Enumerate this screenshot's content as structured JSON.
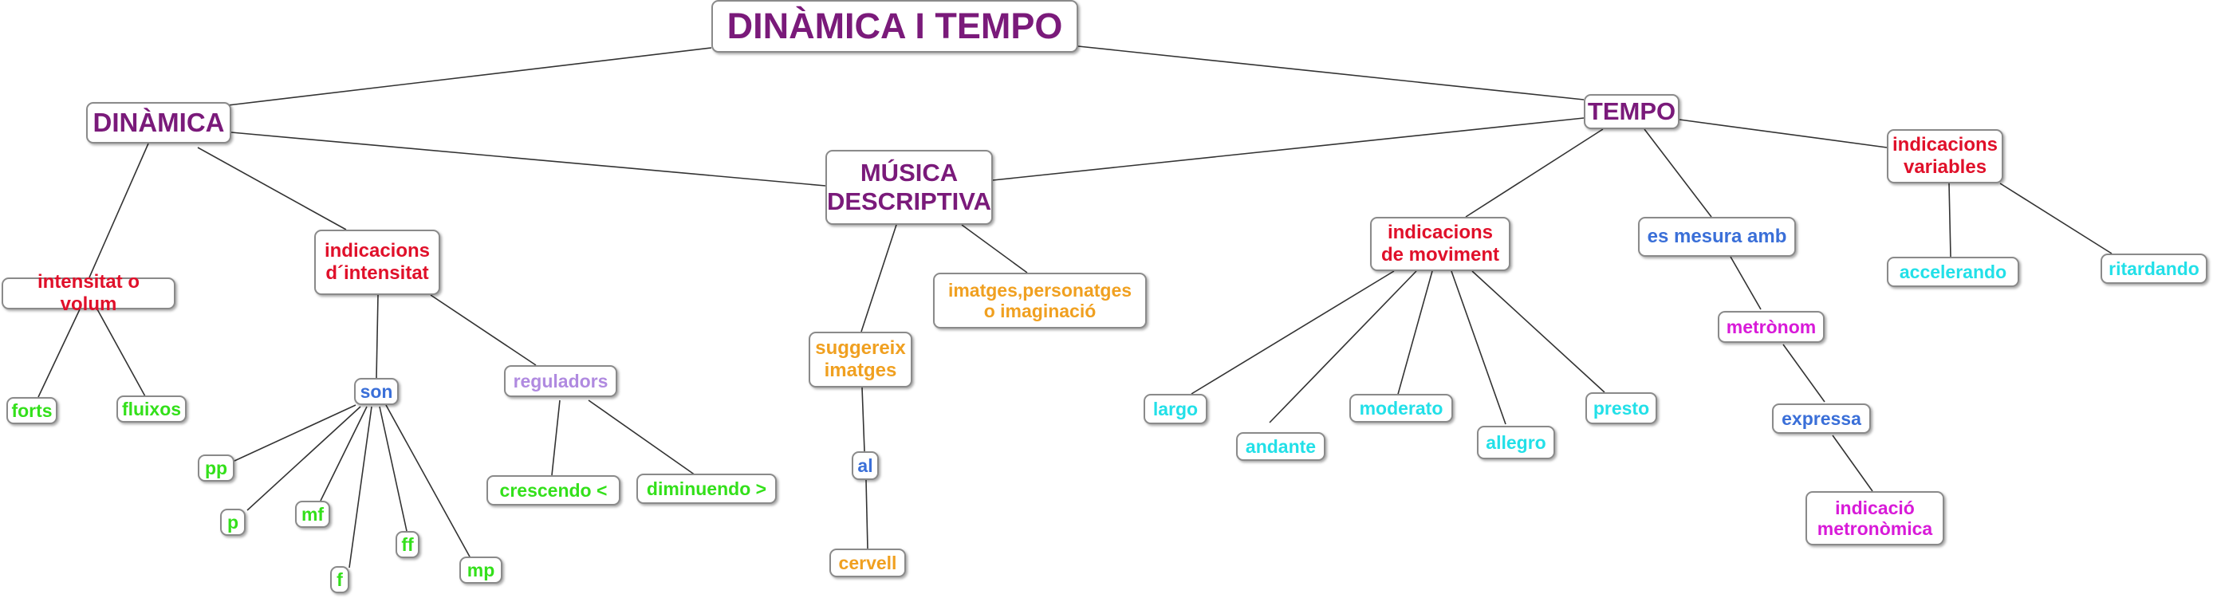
{
  "colors": {
    "purple": "#7a1a7a",
    "red": "#e0102a",
    "green": "#33e01a",
    "blue": "#3a6fd8",
    "cyan": "#22e0e8",
    "orange": "#f0a020",
    "lavender": "#b08ae0",
    "magenta": "#d81ad8",
    "edge": "#333333"
  },
  "nodes": {
    "root": "DINÀMICA I TEMPO",
    "dinamica": "DINÀMICA",
    "tempo": "TEMPO",
    "musica_descriptiva": "MÚSICA\nDESCRIPTIVA",
    "intensitat_volum": "intensitat o volum",
    "indicacions_intensitat": "indicacions\nd´intensitat",
    "forts": "forts",
    "fluixos": "fluixos",
    "son": "son",
    "reguladors": "reguladors",
    "pp": "pp",
    "p": "p",
    "mf": "mf",
    "f": "f",
    "ff": "ff",
    "mp": "mp",
    "crescendo": "crescendo <",
    "diminuendo": "diminuendo >",
    "suggereix_imatges": "suggereix\nimatges",
    "imatges_personatges": "imatges,personatges\no imaginació",
    "al": "al",
    "cervell": "cervell",
    "indicacions_moviment": "indicacions\nde moviment",
    "es_mesura_amb": "es mesura amb",
    "indicacions_variables": "indicacions\nvariables",
    "largo": "largo",
    "andante": "andante",
    "moderato": "moderato",
    "allegro": "allegro",
    "presto": "presto",
    "metronom": "metrònom",
    "expressa": "expressa",
    "indicacio_metronomica": "indicació\nmetronòmica",
    "accelerando": "accelerando",
    "ritardando": "ritardando"
  }
}
